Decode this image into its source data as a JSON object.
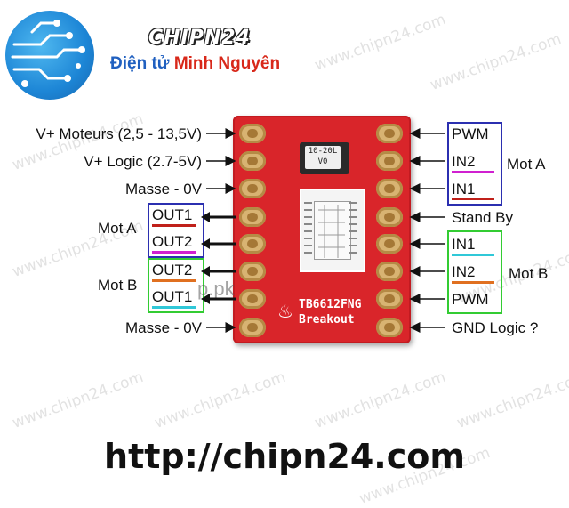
{
  "header": {
    "brand": "CHIPN24",
    "subtitle_part1": "Điện tử",
    "subtitle_part2": "Minh Nguyên"
  },
  "watermark": "www.chipn24.com",
  "left_labels": {
    "vmot": "V+ Moteurs (2,5 - 13,5V)",
    "vlogic": "V+ Logic (2.7-5V)",
    "gnd_top": "Masse - 0V",
    "mot_a": "Mot A",
    "mot_b": "Mot B",
    "gnd_bottom": "Masse - 0V"
  },
  "left_boxes": {
    "a_out1": "OUT1",
    "a_out2": "OUT2",
    "b_out2": "OUT2",
    "b_out1": "OUT1"
  },
  "overlay_text": "p.pk",
  "right_labels": {
    "a_pwm": "PWM",
    "a_in2": "IN2",
    "a_in1": "IN1",
    "mot_a": "Mot A",
    "standby": "Stand By",
    "b_in1": "IN1",
    "b_in2": "IN2",
    "b_pwm": "PWM",
    "mot_b": "Mot B",
    "gnd_logic": "GND Logic ?"
  },
  "board": {
    "chip_line1": "TB6612FNG",
    "chip_line2": "Breakout",
    "diode_line1": "10-20L",
    "diode_line2": "V0"
  },
  "footer_url": "http://chipn24.com",
  "colors": {
    "box_blue": "#2b2fb0",
    "box_green": "#33cc33",
    "underline_red": "#c0201a",
    "underline_magenta": "#d020d0",
    "underline_cyan": "#30c8d8",
    "underline_orange": "#e07020",
    "board_red": "#d9252a"
  }
}
